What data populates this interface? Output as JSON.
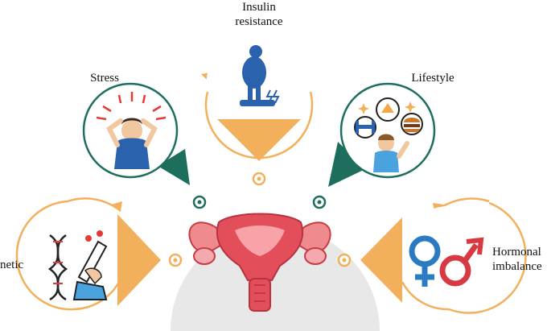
{
  "labels": {
    "insulin_line1": "Insulin",
    "insulin_line2": "resistance",
    "stress": "Stress",
    "lifestyle": "Lifestyle",
    "genetic": "netic",
    "hormonal_line1": "Hormonal",
    "hormonal_line2": "imbalance"
  },
  "icons": {
    "center": "uterus-icon",
    "insulin": "person-on-scale-icon",
    "stress": "stressed-person-icon",
    "lifestyle": "food-and-exercise-person-icon",
    "genetic": "dna-microscope-icon",
    "hormonal": "gender-symbols-icon"
  },
  "colors": {
    "orange": "#f3b05c",
    "teal": "#1e6e5e",
    "center_bg": "#e8e8e8",
    "uterus": "#e24f5b",
    "blue": "#2a7bc2",
    "red": "#d83a44"
  }
}
